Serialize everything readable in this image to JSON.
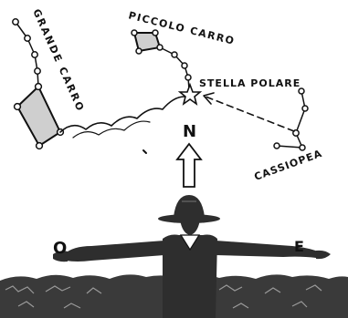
{
  "labels": {
    "big_dipper": "GRANDE CARRO",
    "little_dipper": "PICCOLO CARRO",
    "polaris": "STELLA POLARE",
    "cassiopeia": "CASSIOPEA",
    "north": "N",
    "west": "O",
    "east": "E"
  },
  "colors": {
    "ink": "#111111",
    "paper": "#ffffff",
    "shading": "#cfcfcf"
  },
  "figure": {
    "description_icon": "scout-silhouette-icon"
  }
}
